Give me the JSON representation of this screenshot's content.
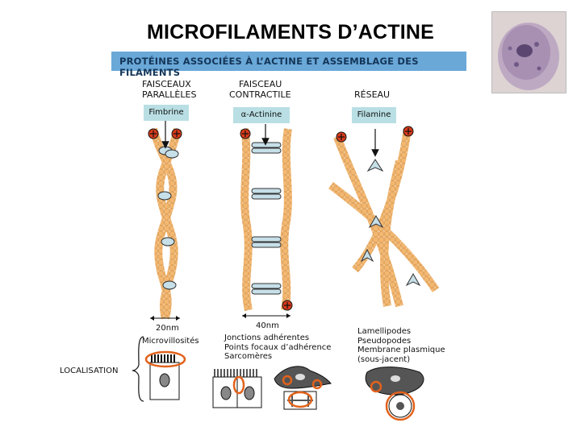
{
  "title": "MICROFILAMENTS D’ACTINE",
  "banner": "PROTÉINES ASSOCIÉES À L’ACTINE ET ASSEMBLAGE DES FILAMENTS",
  "columns": [
    {
      "heading_1": "FAISCEAUX",
      "heading_2": "PARALLÈLES",
      "protein": "Fimbrine",
      "measure": "20nm",
      "localisation": [
        "Microvillosités"
      ]
    },
    {
      "heading_1": "FAISCEAU",
      "heading_2": "CONTRACTILE",
      "protein": "α-Actinine",
      "measure": "40nm",
      "localisation": [
        "Jonctions adhérentes",
        "Points focaux d’adhérence",
        "Sarcomères"
      ]
    },
    {
      "heading_1": "RÉSEAU",
      "heading_2": "",
      "protein": "Filamine",
      "measure": "",
      "localisation": [
        "Lamellipodes",
        "Pseudopodes",
        "Membrane plasmique",
        "(sous-jacent)"
      ]
    }
  ],
  "localisation_label": "LOCALISATION",
  "plus_sign": "+",
  "colors": {
    "banner": "#6aa8d8",
    "protein_box": "#b9dfe4",
    "actin": "#f2b771",
    "highlight": "#e2621b",
    "cell": "#555555"
  }
}
